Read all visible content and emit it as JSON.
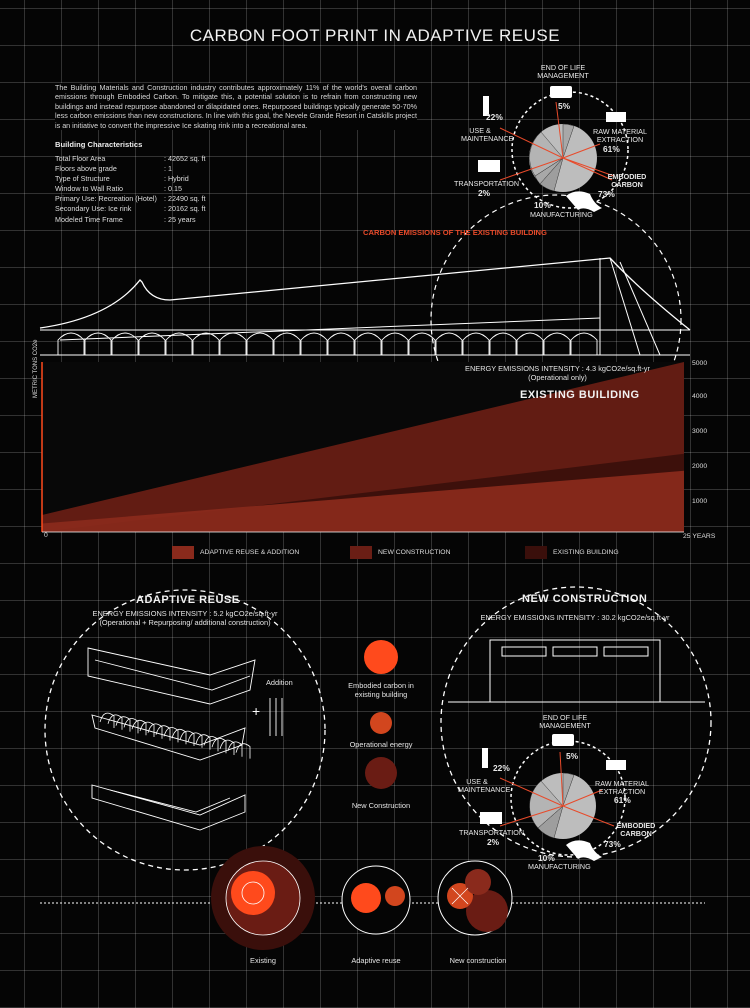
{
  "title": "CARBON FOOT PRINT IN ADAPTIVE REUSE",
  "intro": "The Building Materials and Construction industry contributes approximately 11% of the world's overall carbon emissions through Embodied Carbon. To mitigate this, a potential solution is to refrain from constructing new buildings and instead repurpose abandoned or dilapidated ones. Repurposed buildings typically generate 50-70% less carbon emissions than new constructions. In line with this goal, the Nevele Grande Resort in Catskills project is an initiative to convert the impressive Ice skating rink into a recreational area.",
  "characteristics": {
    "heading": "Building Characteristics",
    "rows": [
      {
        "k": "Total Floor Area",
        "v": ": 42652 sq. ft"
      },
      {
        "k": "Floors above grade",
        "v": ": 1"
      },
      {
        "k": "Type of Structure",
        "v": ": Hybrid"
      },
      {
        "k": "Window to Wall Ratio",
        "v": ": 0.15"
      },
      {
        "k": "Primary Use: Recreation (Hotel)",
        "v": ": 22490 sq. ft"
      },
      {
        "k": "Secondary Use: Ice rink",
        "v": ": 20162 sq. ft"
      },
      {
        "k": "Modeled Time Frame",
        "v": ": 25 years"
      }
    ]
  },
  "lifecycle": {
    "end_of_life": "END OF LIFE MANAGEMENT",
    "raw_material": "RAW MATERIAL EXTRACTION",
    "embodied": "EMBODIED CARBON",
    "manufacturing": "MANUFACTURING",
    "transportation": "TRANSPORTATION",
    "use": "USE & MAINTENANCE",
    "pct_end": "5%",
    "pct_raw": "61%",
    "pct_embodied": "73%",
    "pct_manufacturing": "10%",
    "pct_transport": "2%",
    "pct_use": "22%"
  },
  "existing": {
    "section_label": "CARBON EMISSIONS OF THE EXISTING BUILDING",
    "intensity": "ENERGY EMISSIONS INTENSITY : 4.3 kgCO2e/sq.ft-yr",
    "note": "(Operational only)",
    "title": "EXISTING BUILIDING"
  },
  "chart_data": {
    "type": "area",
    "ylabel": "METRIC TONS CO2e",
    "x_start_label": "0",
    "x_end_label": "25 YEARS",
    "yticks": [
      "5000",
      "4000",
      "3000",
      "2000",
      "1000"
    ],
    "ylim": [
      0,
      5000
    ],
    "xlim": [
      0,
      25
    ],
    "series": [
      {
        "name": "NEW CONSTRUCTION",
        "color": "#6a1e15",
        "x": [
          0,
          25
        ],
        "y": [
          500,
          5000
        ]
      },
      {
        "name": "EXISTING BUILDING",
        "color": "#3a0f0b",
        "x": [
          0,
          25
        ],
        "y": [
          0,
          2300
        ]
      },
      {
        "name": "ADAPTIVE REUSE & ADDITION",
        "color": "#8a2a1c",
        "x": [
          0,
          25
        ],
        "y": [
          250,
          1800
        ]
      }
    ],
    "legend": [
      {
        "name": "ADAPTIVE REUSE & ADDITION",
        "color": "#8a2a1c"
      },
      {
        "name": "NEW CONSTRUCTION",
        "color": "#6a1e15"
      },
      {
        "name": "EXISTING BUILDING",
        "color": "#3a0f0b"
      }
    ]
  },
  "adaptive": {
    "title": "ADAPTIVE REUSE",
    "intensity": "ENERGY EMISSIONS INTENSITY : 5.2 kgCO2e/sq.ft-yr",
    "note": "(Operational + Repurposing/ additional construction)",
    "addition": "Addition",
    "plus": "+"
  },
  "key": {
    "embodied": "Embodied carbon in existing building",
    "operational": "Operational energy",
    "newc": "New Construction",
    "c1": "#ff4a1c",
    "c2": "#d2461e",
    "c3": "#6a1c14"
  },
  "newconstruction": {
    "title": "NEW CONSTRUCTION",
    "intensity": "ENERGY EMISSIONS INTENSITY : 30.2 kgCO2e/sq.ft-yr"
  },
  "bottom": {
    "existing": "Existing",
    "adaptive": "Adaptive reuse",
    "newc": "New construction"
  }
}
